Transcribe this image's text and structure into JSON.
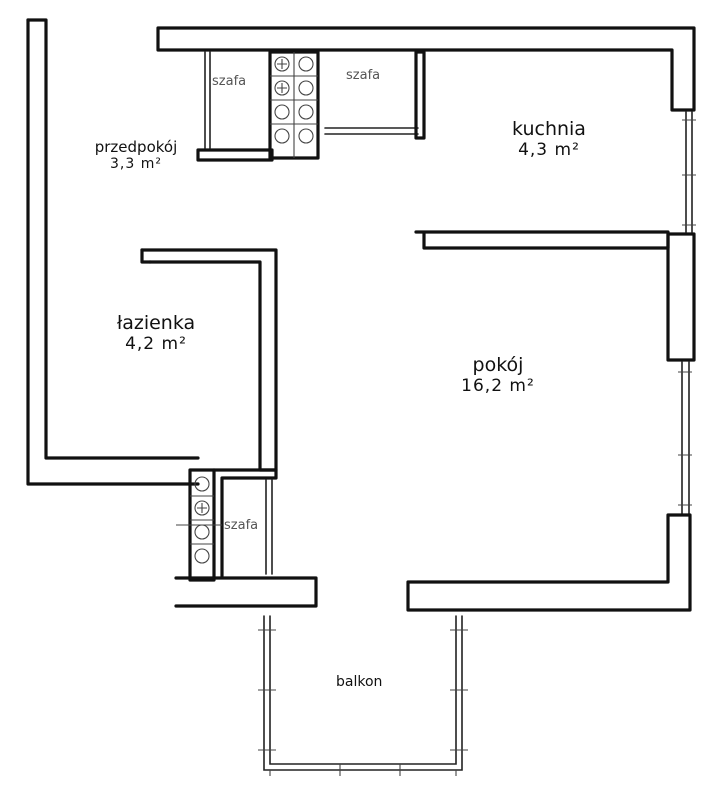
{
  "rooms": {
    "przedpokoj": {
      "name": "przedpokój",
      "area": "3,3 m²"
    },
    "kuchnia": {
      "name": "kuchnia",
      "area": "4,3 m²"
    },
    "lazienka": {
      "name": "łazienka",
      "area": "4,2 m²"
    },
    "pokoj": {
      "name": "pokój",
      "area": "16,2 m²"
    },
    "balkon": {
      "name": "balkon"
    }
  },
  "closets": {
    "hall_left": "szafa",
    "hall_right": "szafa",
    "bath_side": "szafa"
  }
}
